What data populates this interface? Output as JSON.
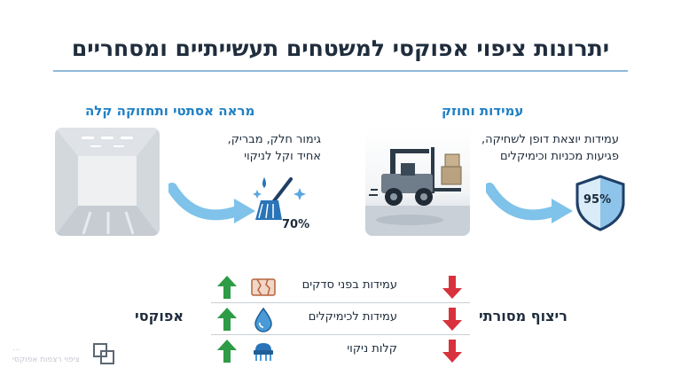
{
  "title": "יתרונות ציפוי אפוקסי למשטחים תעשייתיים ומסחריים",
  "aesthetic": {
    "heading": "מראה אסתטי ותחזוקה קלה",
    "line1": "גימור חלק, מבריק,",
    "line2": "אחיד וקל לניקוי",
    "percent": "70%"
  },
  "durability": {
    "heading": "עמידות וחוזק",
    "line1": "עמידות יוצאת דופן לשחיקה,",
    "line2": "פגיעות מכניות וכימיקלים",
    "percent": "95%"
  },
  "comparison": {
    "left_label": "אפוקסי",
    "right_label": "ריצוף מסורתי",
    "rows": [
      {
        "label": "עמידות בפני סדקים",
        "icon": "cracked-tile-icon"
      },
      {
        "label": "עמידות לכימיקלים",
        "icon": "chemical-drop-icon"
      },
      {
        "label": "קלות ניקוי",
        "icon": "scrub-brush-icon"
      }
    ]
  },
  "watermark": {
    "line1": "...",
    "line2": "ציפוי רצפות אפוקסי"
  },
  "colors": {
    "accent": "#1f7fc4",
    "up": "#2e9b46",
    "down": "#d8323c",
    "title": "#1f2d3d"
  }
}
